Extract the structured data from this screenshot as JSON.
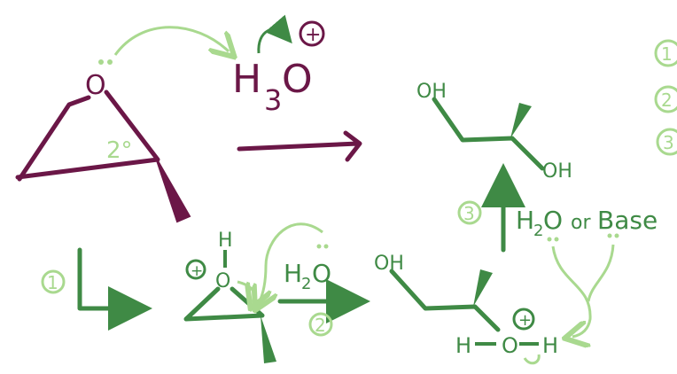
{
  "colors": {
    "maroon": "#6b1747",
    "green_dark": "#3f8a45",
    "green_mid": "#5aa85c",
    "green_light": "#a9d98f",
    "background": "#ffffff"
  },
  "top": {
    "epoxide_oxygen": "O",
    "hydronium": {
      "h": "H",
      "sub": "3",
      "o": "O",
      "charge": "+"
    },
    "carbon_label": "2°"
  },
  "product": {
    "oh_top": "OH",
    "oh_bottom": "OH"
  },
  "step3": {
    "number": "3",
    "reagent_h": "H",
    "reagent_sub": "2",
    "reagent_o": "O",
    "reagent_or": "or",
    "reagent_base": "Base"
  },
  "step1": {
    "number": "1"
  },
  "protonated": {
    "h": "H",
    "o": "O",
    "charge": "+"
  },
  "step2": {
    "water_h": "H",
    "water_sub": "2",
    "water_o": "O",
    "number": "2"
  },
  "intermediate": {
    "oh": "OH",
    "h_left": "H",
    "o": "O",
    "h_right": "H",
    "charge": "+"
  },
  "legend_numbers": [
    "1",
    "2",
    "3"
  ]
}
